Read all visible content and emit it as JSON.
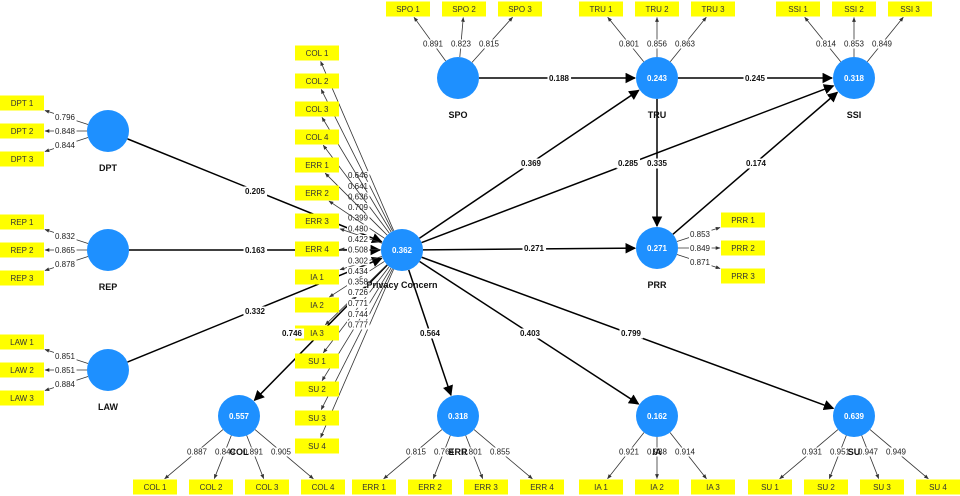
{
  "colors": {
    "latent": "#1e90ff",
    "indicator": "#ffff00"
  },
  "latents": [
    {
      "id": "SPO",
      "name": "SPO",
      "r2": ""
    },
    {
      "id": "TRU",
      "name": "TRU",
      "r2": "0.243"
    },
    {
      "id": "SSI",
      "name": "SSI",
      "r2": "0.318"
    },
    {
      "id": "DPT",
      "name": "DPT",
      "r2": ""
    },
    {
      "id": "REP",
      "name": "REP",
      "r2": ""
    },
    {
      "id": "LAW",
      "name": "LAW",
      "r2": ""
    },
    {
      "id": "PC",
      "name": "Privacy Concern",
      "r2": "0.362"
    },
    {
      "id": "PRR",
      "name": "PRR",
      "r2": "0.271"
    },
    {
      "id": "COL",
      "name": "COL",
      "r2": "0.557"
    },
    {
      "id": "ERR",
      "name": "ERR",
      "r2": "0.318"
    },
    {
      "id": "IA",
      "name": "IA",
      "r2": "0.162"
    },
    {
      "id": "SU",
      "name": "SU",
      "r2": "0.639"
    }
  ],
  "paths": [
    {
      "from": "SPO",
      "to": "TRU",
      "coef": "0.188"
    },
    {
      "from": "TRU",
      "to": "SSI",
      "coef": "0.245"
    },
    {
      "from": "PC",
      "to": "TRU",
      "coef": "0.369"
    },
    {
      "from": "PC",
      "to": "SSI",
      "coef": "0.285"
    },
    {
      "from": "TRU",
      "to": "PRR",
      "coef": "0.335"
    },
    {
      "from": "PRR",
      "to": "SSI",
      "coef": "0.174"
    },
    {
      "from": "DPT",
      "to": "PC",
      "coef": "0.205"
    },
    {
      "from": "REP",
      "to": "PC",
      "coef": "0.163"
    },
    {
      "from": "LAW",
      "to": "PC",
      "coef": "0.332"
    },
    {
      "from": "PC",
      "to": "PRR",
      "coef": "0.271"
    },
    {
      "from": "PC",
      "to": "COL",
      "coef": "0.746"
    },
    {
      "from": "PC",
      "to": "ERR",
      "coef": "0.564"
    },
    {
      "from": "PC",
      "to": "IA",
      "coef": "0.403"
    },
    {
      "from": "PC",
      "to": "SU",
      "coef": "0.799"
    }
  ],
  "loadings": [
    {
      "latent": "SPO",
      "label": "SPO 1",
      "value": "0.891"
    },
    {
      "latent": "SPO",
      "label": "SPO 2",
      "value": "0.823"
    },
    {
      "latent": "SPO",
      "label": "SPO 3",
      "value": "0.815"
    },
    {
      "latent": "TRU",
      "label": "TRU 1",
      "value": "0.801"
    },
    {
      "latent": "TRU",
      "label": "TRU 2",
      "value": "0.856"
    },
    {
      "latent": "TRU",
      "label": "TRU 3",
      "value": "0.863"
    },
    {
      "latent": "SSI",
      "label": "SSI 1",
      "value": "0.814"
    },
    {
      "latent": "SSI",
      "label": "SSI 2",
      "value": "0.853"
    },
    {
      "latent": "SSI",
      "label": "SSI 3",
      "value": "0.849"
    },
    {
      "latent": "DPT",
      "label": "DPT 1",
      "value": "0.796"
    },
    {
      "latent": "DPT",
      "label": "DPT 2",
      "value": "0.848"
    },
    {
      "latent": "DPT",
      "label": "DPT 3",
      "value": "0.844"
    },
    {
      "latent": "REP",
      "label": "REP 1",
      "value": "0.832"
    },
    {
      "latent": "REP",
      "label": "REP 2",
      "value": "0.865"
    },
    {
      "latent": "REP",
      "label": "REP 3",
      "value": "0.878"
    },
    {
      "latent": "LAW",
      "label": "LAW 1",
      "value": "0.851"
    },
    {
      "latent": "LAW",
      "label": "LAW 2",
      "value": "0.851"
    },
    {
      "latent": "LAW",
      "label": "LAW 3",
      "value": "0.884"
    },
    {
      "latent": "PRR",
      "label": "PRR 1",
      "value": "0.853"
    },
    {
      "latent": "PRR",
      "label": "PRR 2",
      "value": "0.849"
    },
    {
      "latent": "PRR",
      "label": "PRR 3",
      "value": "0.871"
    },
    {
      "latent": "COL",
      "label": "COL 1",
      "value": "0.887"
    },
    {
      "latent": "COL",
      "label": "COL 2",
      "value": "0.849"
    },
    {
      "latent": "COL",
      "label": "COL 3",
      "value": "0.891"
    },
    {
      "latent": "COL",
      "label": "COL 4",
      "value": "0.905"
    },
    {
      "latent": "ERR",
      "label": "ERR 1",
      "value": "0.815"
    },
    {
      "latent": "ERR",
      "label": "ERR 2",
      "value": "0.764"
    },
    {
      "latent": "ERR",
      "label": "ERR 3",
      "value": "0.801"
    },
    {
      "latent": "ERR",
      "label": "ERR 4",
      "value": "0.855"
    },
    {
      "latent": "IA",
      "label": "IA 1",
      "value": "0.921"
    },
    {
      "latent": "IA",
      "label": "IA 2",
      "value": "0.938"
    },
    {
      "latent": "IA",
      "label": "IA 3",
      "value": "0.914"
    },
    {
      "latent": "SU",
      "label": "SU 1",
      "value": "0.931"
    },
    {
      "latent": "SU",
      "label": "SU 2",
      "value": "0.951"
    },
    {
      "latent": "SU",
      "label": "SU 3",
      "value": "0.947"
    },
    {
      "latent": "SU",
      "label": "SU 4",
      "value": "0.949"
    },
    {
      "latent": "PC",
      "label": "COL 1",
      "value": "0.646"
    },
    {
      "latent": "PC",
      "label": "COL 2",
      "value": "0.641"
    },
    {
      "latent": "PC",
      "label": "COL 3",
      "value": "0.636"
    },
    {
      "latent": "PC",
      "label": "COL 4",
      "value": "0.709"
    },
    {
      "latent": "PC",
      "label": "ERR 1",
      "value": "0.399"
    },
    {
      "latent": "PC",
      "label": "ERR 2",
      "value": "0.480"
    },
    {
      "latent": "PC",
      "label": "ERR 3",
      "value": "0.422"
    },
    {
      "latent": "PC",
      "label": "ERR 4",
      "value": "0.508"
    },
    {
      "latent": "PC",
      "label": "IA 1",
      "value": "0.302"
    },
    {
      "latent": "PC",
      "label": "IA 2",
      "value": "0.434"
    },
    {
      "latent": "PC",
      "label": "IA 3",
      "value": "0.358"
    },
    {
      "latent": "PC",
      "label": "SU 1",
      "value": "0.726"
    },
    {
      "latent": "PC",
      "label": "SU 2",
      "value": "0.771"
    },
    {
      "latent": "PC",
      "label": "SU 3",
      "value": "0.744"
    },
    {
      "latent": "PC",
      "label": "SU 4",
      "value": "0.777"
    }
  ]
}
